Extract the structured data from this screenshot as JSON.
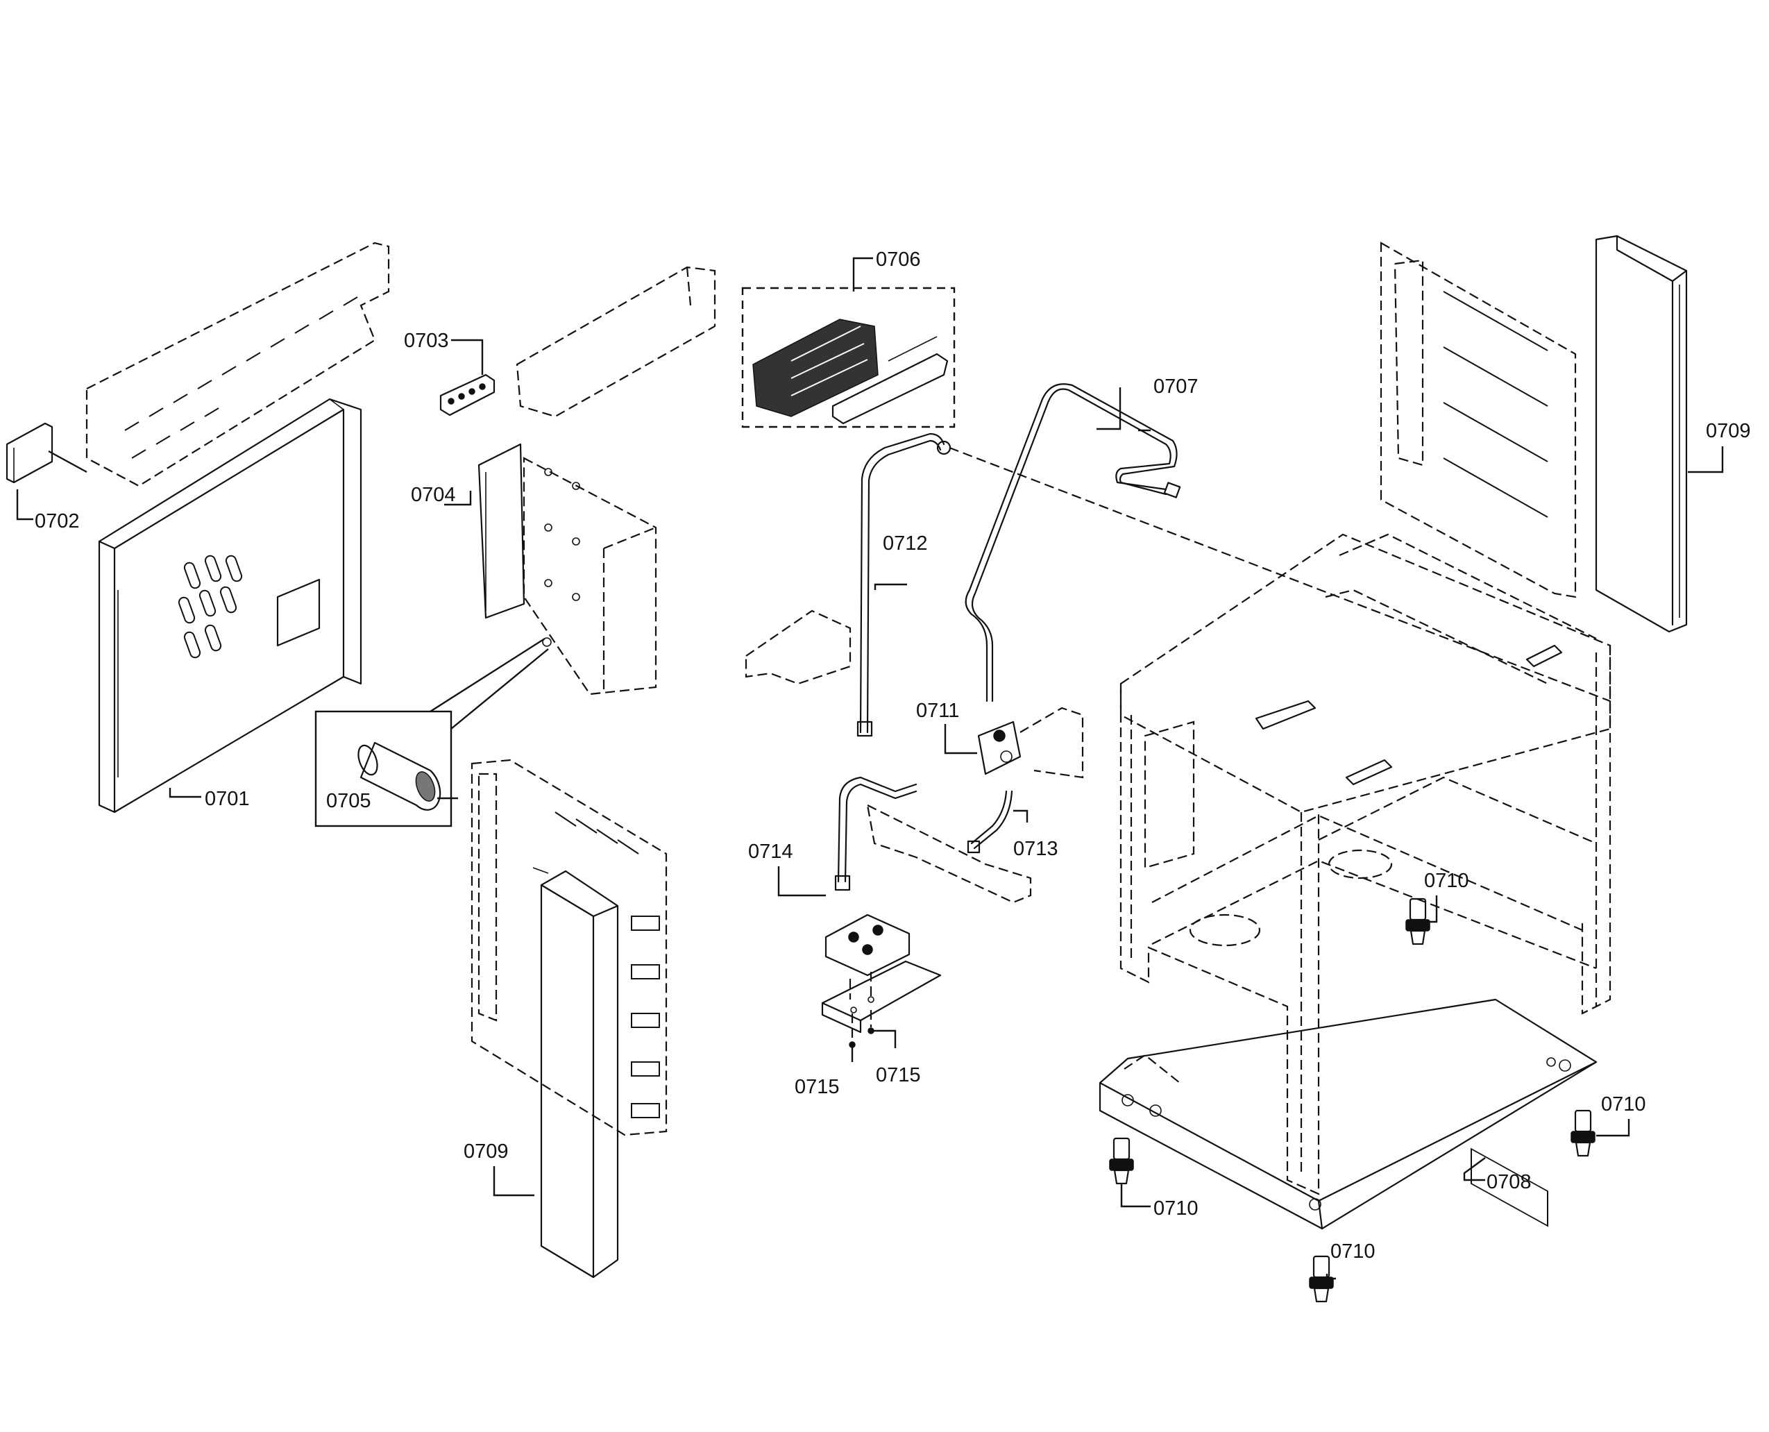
{
  "callouts": {
    "c0701": "0701",
    "c0702": "0702",
    "c0703": "0703",
    "c0704": "0704",
    "c0705": "0705",
    "c0706": "0706",
    "c0707": "0707",
    "c0708": "0708",
    "c0709a": "0709",
    "c0709b": "0709",
    "c0710a": "0710",
    "c0710b": "0710",
    "c0710c": "0710",
    "c0710d": "0710",
    "c0711": "0711",
    "c0712": "0712",
    "c0713": "0713",
    "c0714": "0714",
    "c0715a": "0715",
    "c0715b": "0715"
  }
}
